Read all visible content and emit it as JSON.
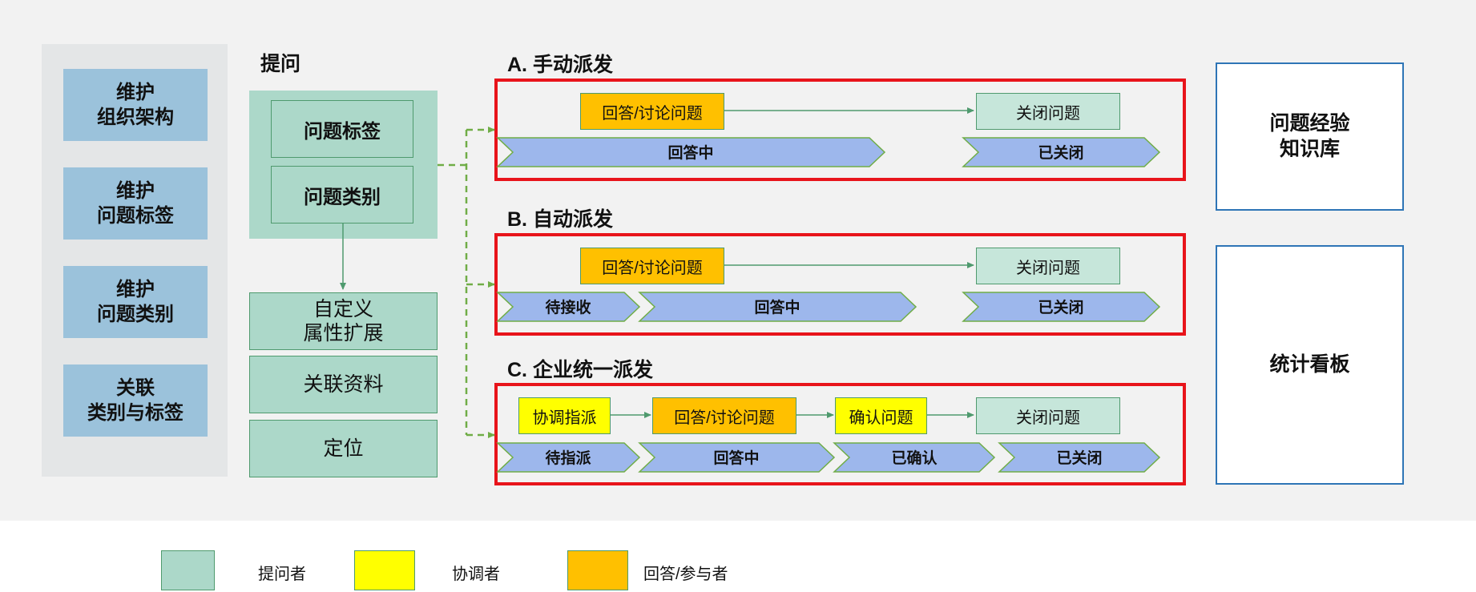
{
  "maintenance": [
    {
      "label": "维护\n组织架构"
    },
    {
      "label": "维护\n问题标签"
    },
    {
      "label": "维护\n问题类别"
    },
    {
      "label": "关联\n类别与标签"
    }
  ],
  "ask": {
    "title": "提问",
    "tag_label": "问题标签",
    "category_label": "问题类别",
    "extensions": [
      "自定义\n属性扩展",
      "关联资料",
      "定位"
    ]
  },
  "sections": {
    "a": {
      "title": "A. 手动派发",
      "steps": [
        "回答/讨论问题",
        "关闭问题"
      ],
      "stages": [
        "回答中",
        "已关闭"
      ]
    },
    "b": {
      "title": "B. 自动派发",
      "steps": [
        "回答/讨论问题",
        "关闭问题"
      ],
      "stages": [
        "待接收",
        "回答中",
        "已关闭"
      ]
    },
    "c": {
      "title": "C. 企业统一派发",
      "steps": [
        "协调指派",
        "回答/讨论问题",
        "确认问题",
        "关闭问题"
      ],
      "stages": [
        "待指派",
        "回答中",
        "已确认",
        "已关闭"
      ]
    }
  },
  "right": {
    "knowledge": "问题经验\n知识库",
    "dashboard": "统计看板"
  },
  "legend": [
    {
      "label": "提问者",
      "color": "#acd8c9"
    },
    {
      "label": "协调者",
      "color": "#ffff00"
    },
    {
      "label": "回答/参与者",
      "color": "#ffc000"
    }
  ],
  "colors": {
    "stage_fill": "#9db7ec",
    "connector": "#4f9a6e",
    "dashed": "#70ad47",
    "frame": "#e8141b"
  }
}
